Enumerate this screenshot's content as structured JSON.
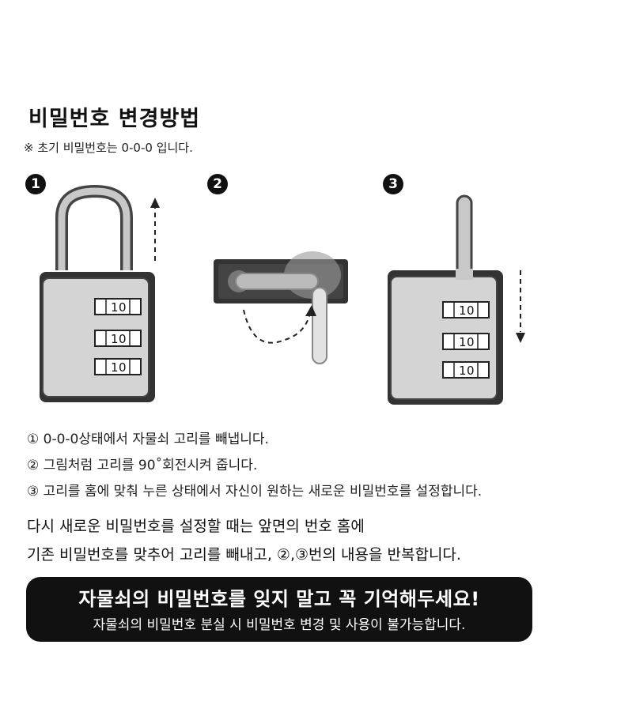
{
  "title": "비밀번호 변경방법",
  "note": "※ 초기 비밀번호는 0-0-0 입니다.",
  "step_badges": [
    "1",
    "2",
    "3"
  ],
  "dial_digits": [
    "1",
    "0"
  ],
  "steps": [
    "① 0-0-0상태에서 자물쇠 고리를 빼냅니다.",
    "② 그림처럼 고리를 90˚회전시켜 줍니다.",
    "③ 고리를 홈에 맞춰 누른 상태에서 자신이 원하는 새로운 비밀번호를 설정합니다."
  ],
  "paragraph": [
    "다시 새로운 비밀번호를 설정할 때는 앞면의 번호 홈에",
    "기존 비밀번호를 맞추어 고리를 빼내고, ②,③번의 내용을 반복합니다."
  ],
  "warning": {
    "title": "자물쇠의 비밀번호를 잊지 말고 꼭 기억해두세요!",
    "subtitle": "자물쇠의 비밀번호 분실 시 비밀번호 변경 및 사용이 불가능합니다."
  }
}
